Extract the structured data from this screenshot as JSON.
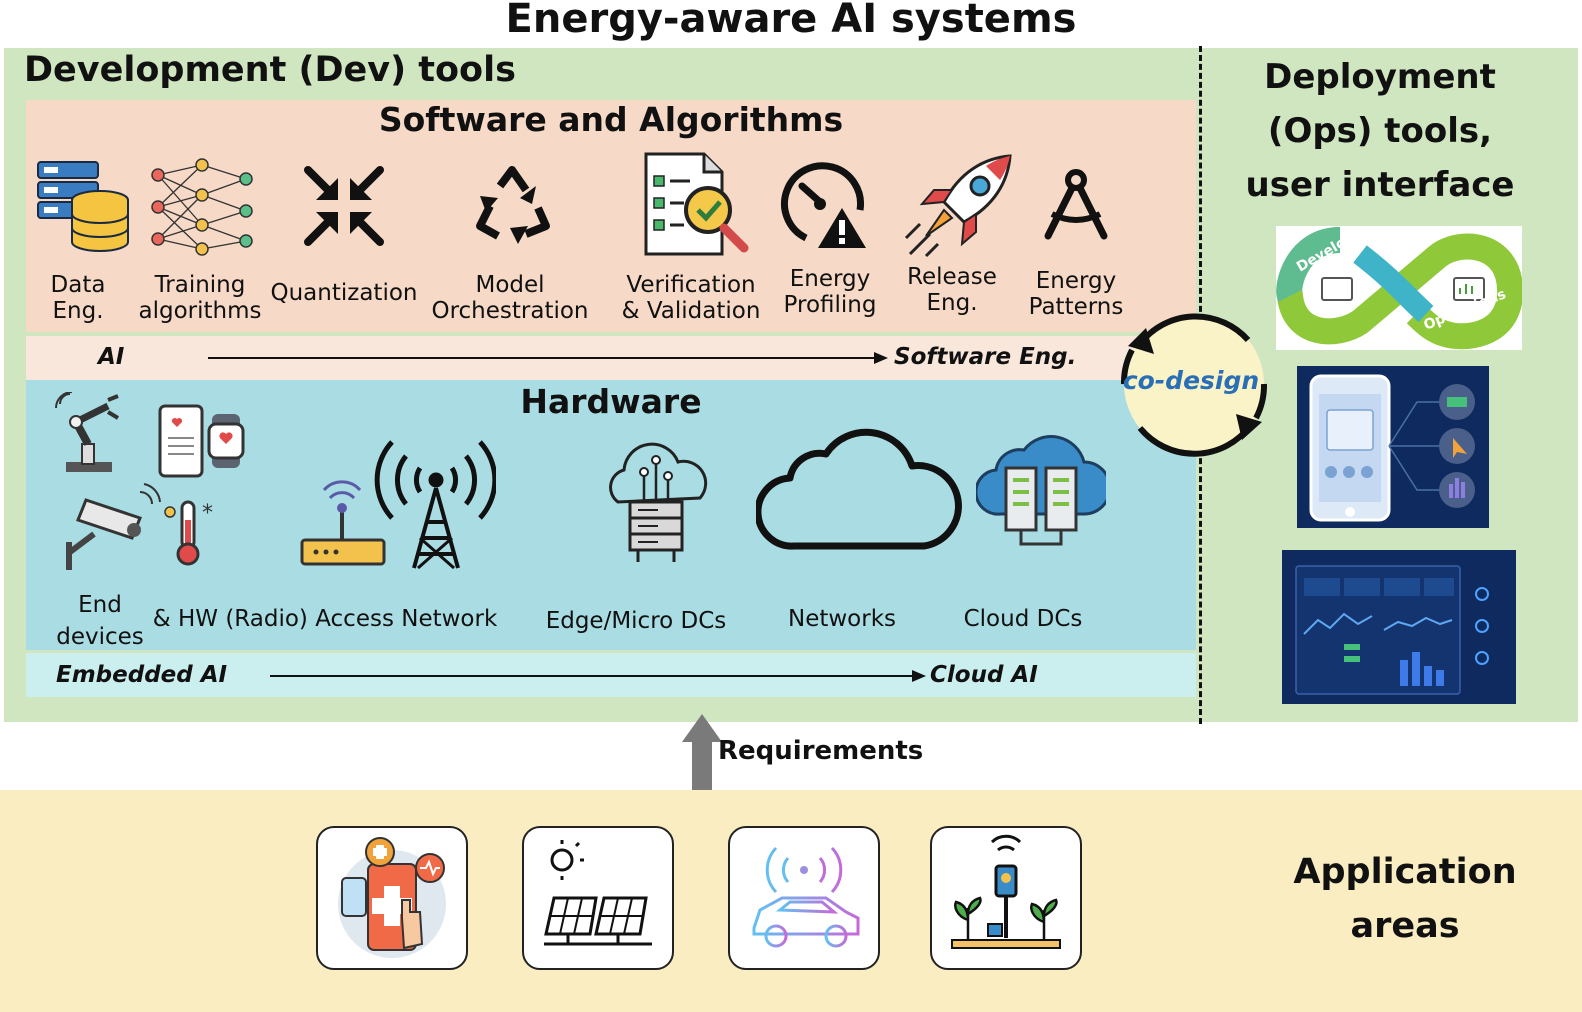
{
  "title": "Energy-aware AI systems",
  "dev": {
    "heading": "Development (Dev) tools",
    "software": {
      "heading": "Software and Algorithms",
      "items": [
        {
          "line1": "Data",
          "line2": "Eng.",
          "icon": "database-icon"
        },
        {
          "line1": "Training",
          "line2": "algorithms",
          "icon": "neural-network-icon"
        },
        {
          "line1": "Quantization",
          "line2": "",
          "icon": "compress-arrows-icon"
        },
        {
          "line1": "Model",
          "line2": "Orchestration",
          "icon": "recycle-arrows-icon"
        },
        {
          "line1": "Verification",
          "line2": "& Validation",
          "icon": "checklist-magnifier-icon"
        },
        {
          "line1": "Energy",
          "line2": "Profiling",
          "icon": "gauge-warning-icon"
        },
        {
          "line1": "Release",
          "line2": "Eng.",
          "icon": "rocket-icon"
        },
        {
          "line1": "Energy",
          "line2": "Patterns",
          "icon": "compass-icon"
        }
      ],
      "axis_start": "AI",
      "axis_end": "Software Eng."
    },
    "hardware": {
      "heading": "Hardware",
      "items": [
        {
          "line1": "End",
          "line2": "devices",
          "icon": "end-devices-icon"
        },
        {
          "line1": "& HW (Radio) Access Network",
          "line2": "",
          "icon": "radio-tower-icon"
        },
        {
          "line1": "Edge/Micro DCs",
          "line2": "",
          "icon": "edge-server-icon"
        },
        {
          "line1": "Networks",
          "line2": "",
          "icon": "cloud-outline-icon"
        },
        {
          "line1": "Cloud DCs",
          "line2": "",
          "icon": "cloud-datacenter-icon"
        }
      ],
      "axis_start": "Embedded AI",
      "axis_end": "Cloud AI"
    }
  },
  "codesign": "co-design",
  "ops": {
    "heading_lines": [
      "Deployment",
      "(Ops) tools,",
      "user interface"
    ],
    "images": [
      {
        "icon": "devops-loop-icon",
        "left_text": "Development",
        "right_text": "Operations"
      },
      {
        "icon": "mobile-app-icon"
      },
      {
        "icon": "dashboard-icon"
      }
    ]
  },
  "requirements": "Requirements",
  "application": {
    "heading_lines": [
      "Application",
      "areas"
    ],
    "icons": [
      "healthcare-icon",
      "solar-panel-icon",
      "connected-car-icon",
      "smart-farming-icon"
    ]
  },
  "colors": {
    "dev_bg": "#cfe6c0",
    "software_bg": "#f6d9c6",
    "hardware_bg": "#a9dde3",
    "application_bg": "#fbedc2",
    "codesign_text": "#2a6fb5"
  }
}
